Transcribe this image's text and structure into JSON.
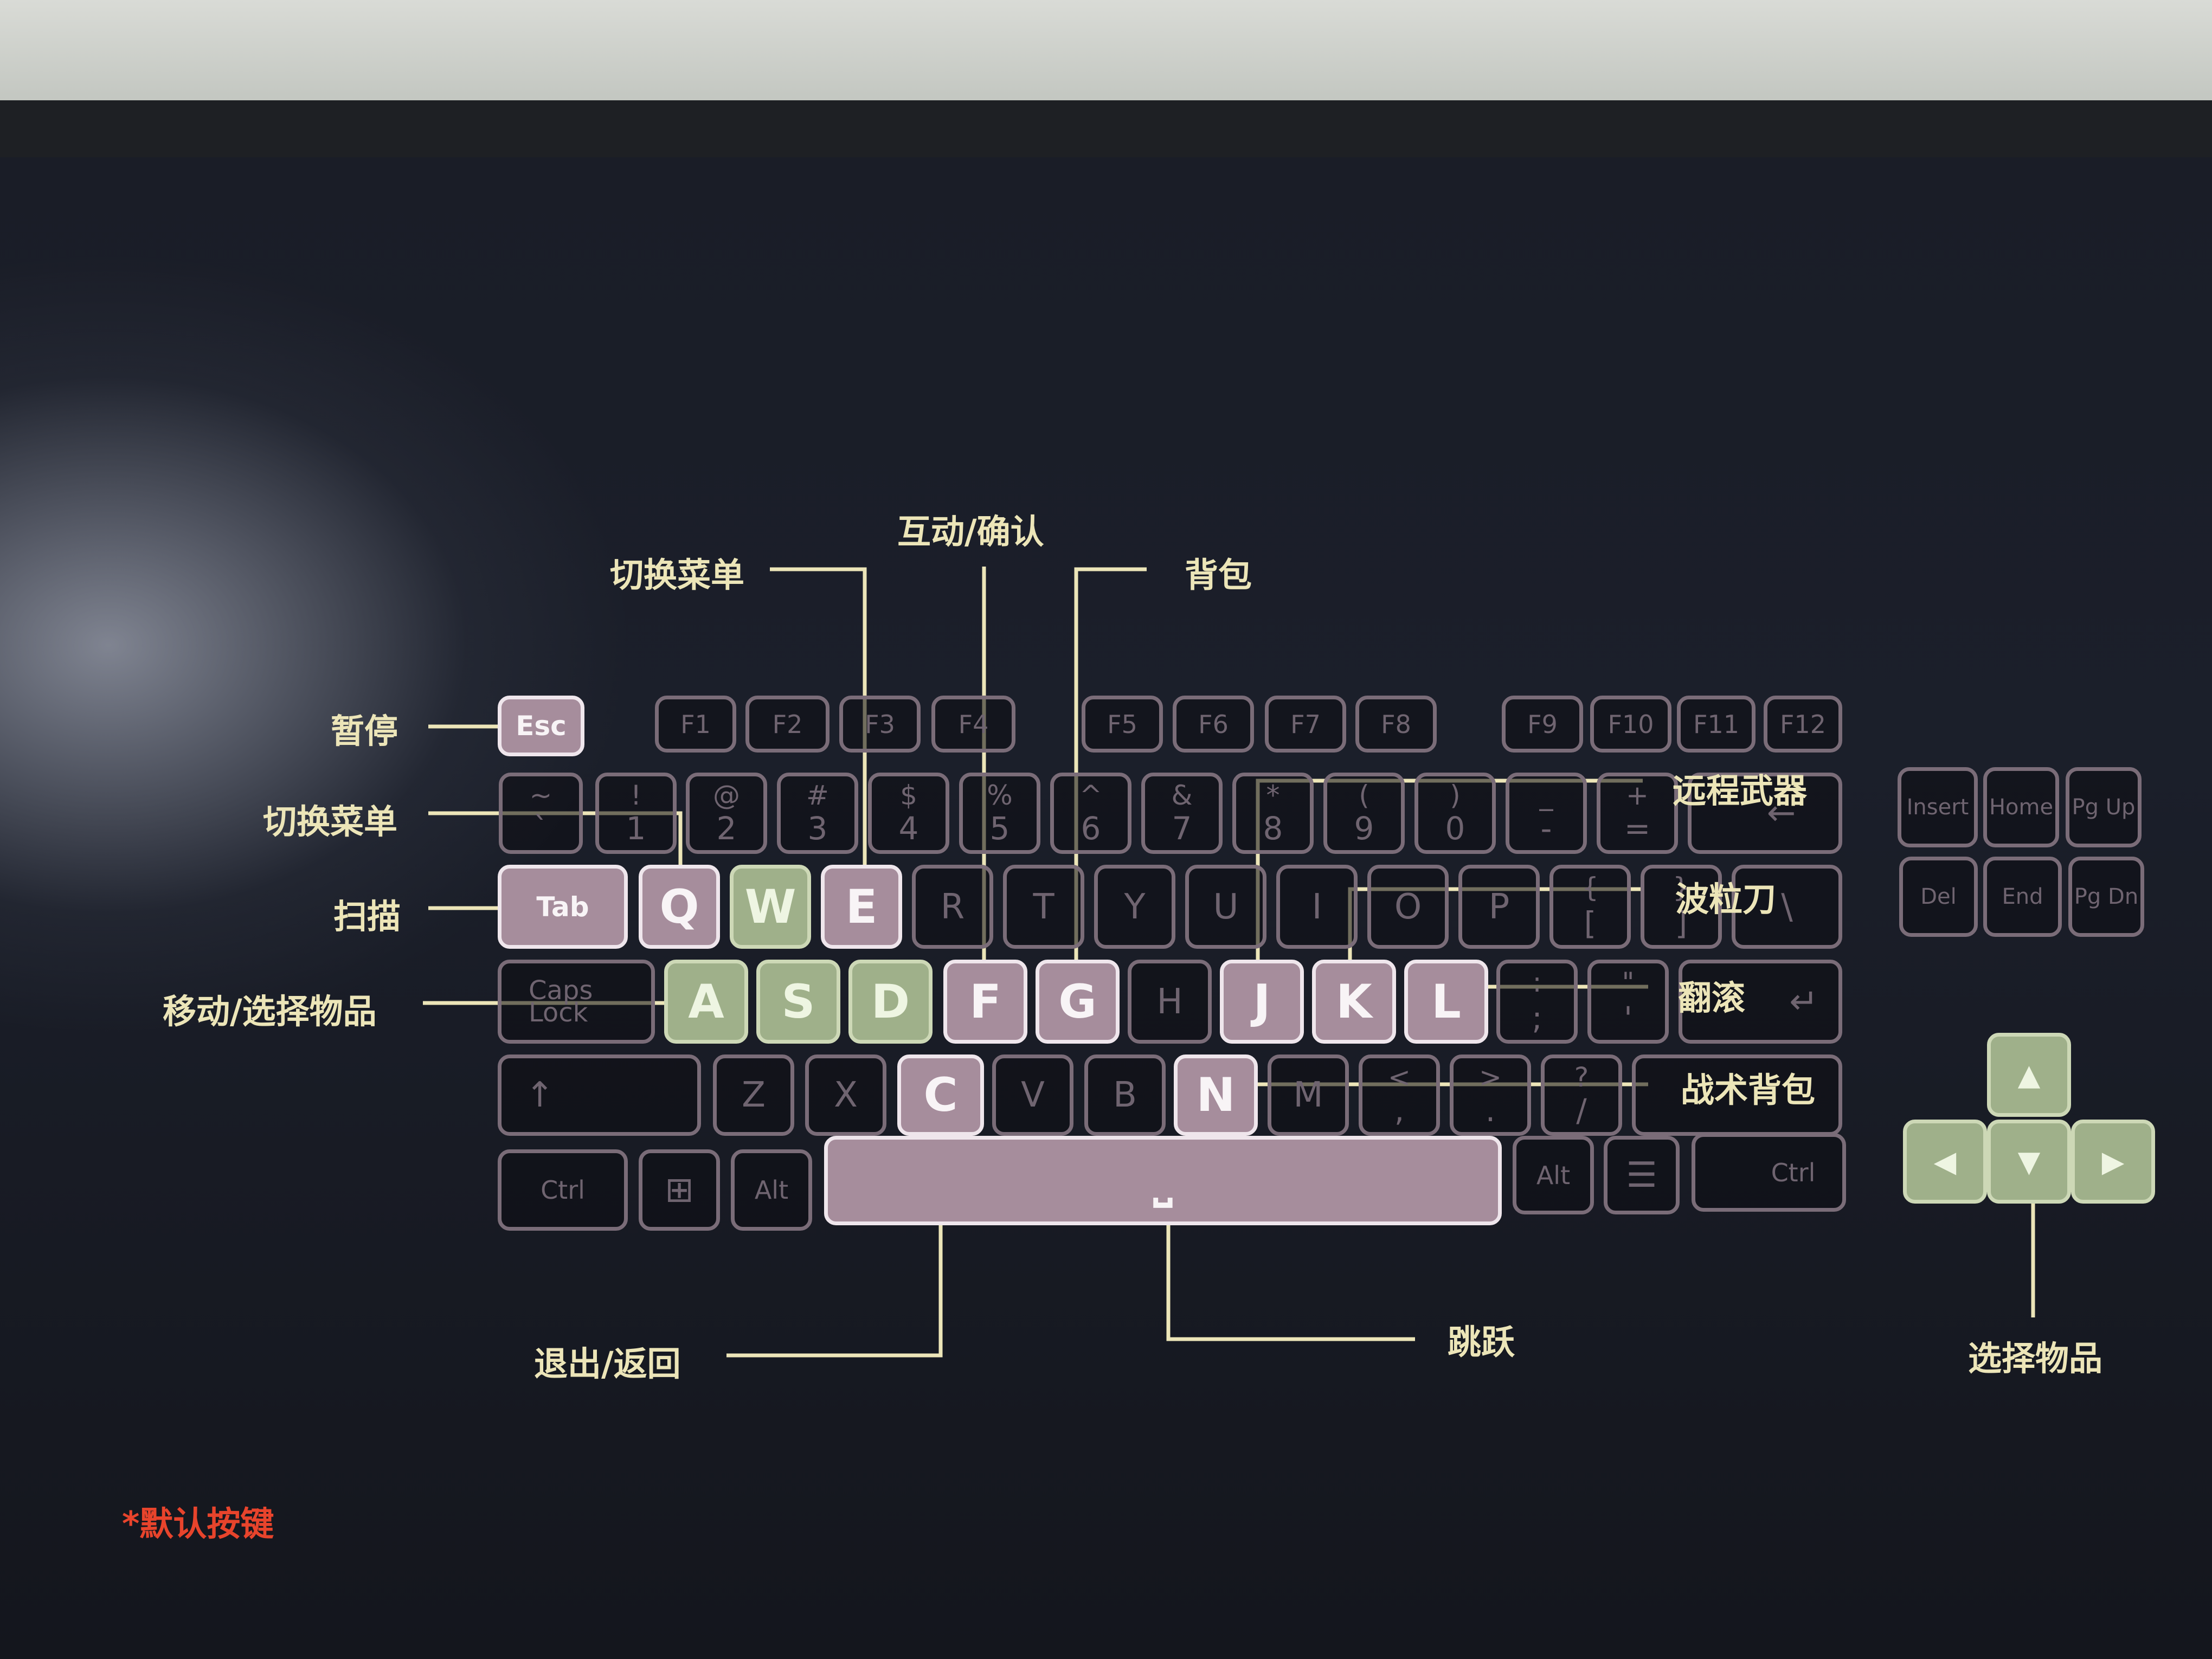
{
  "labels": {
    "pause": "暂停",
    "switch_menu_top": "切换菜单",
    "interact": "互动/确认",
    "backpack": "背包",
    "switch_menu_left": "切换菜单",
    "scan": "扫描",
    "move_select": "移动/选择物品",
    "ranged": "远程武器",
    "laser_blade": "波粒刀",
    "roll": "翻滚",
    "tactical_pack": "战术背包",
    "exit_back": "退出/返回",
    "jump": "跳跃",
    "select_item": "选择物品",
    "default_note": "*默认按键"
  },
  "keys": {
    "esc": "Esc",
    "f1": "F1",
    "f2": "F2",
    "f3": "F3",
    "f4": "F4",
    "f5": "F5",
    "f6": "F6",
    "f7": "F7",
    "f8": "F8",
    "f9": "F9",
    "f10": "F10",
    "f11": "F11",
    "f12": "F12",
    "tilde_top": "~",
    "tilde_bot": "`",
    "n1_top": "!",
    "n1": "1",
    "n2_top": "@",
    "n2": "2",
    "n3_top": "#",
    "n3": "3",
    "n4_top": "$",
    "n4": "4",
    "n5_top": "%",
    "n5": "5",
    "n6_top": "^",
    "n6": "6",
    "n7_top": "&",
    "n7": "7",
    "n8_top": "*",
    "n8": "8",
    "n9_top": "(",
    "n9": "9",
    "n0_top": ")",
    "n0": "0",
    "minus_top": "_",
    "minus": "-",
    "eq_top": "+",
    "eq": "=",
    "backspace": "←",
    "tab": "Tab",
    "q": "Q",
    "w": "W",
    "e": "E",
    "r": "R",
    "t": "T",
    "y": "Y",
    "u": "U",
    "i": "I",
    "o": "O",
    "p": "P",
    "lbr_top": "{",
    "lbr": "[",
    "rbr_top": "}",
    "rbr": "]",
    "bslash": "\\",
    "caps_1": "Caps",
    "caps_2": "Lock",
    "a": "A",
    "s": "S",
    "d": "D",
    "f": "F",
    "g": "G",
    "h": "H",
    "j": "J",
    "k": "K",
    "l": "L",
    "semi_top": ":",
    "semi": ";",
    "quote_top": "\"",
    "quote": "'",
    "enter": "↵",
    "shift": "↑",
    "z": "Z",
    "x": "X",
    "c": "C",
    "v": "V",
    "b": "B",
    "n": "N",
    "m": "M",
    "comma_top": "<",
    "comma": ",",
    "period_top": ">",
    "period": ".",
    "slash_top": "?",
    "slash": "/",
    "ctrl_l": "Ctrl",
    "win": "⊞",
    "alt_l": "Alt",
    "space": "⎵",
    "alt_r": "Alt",
    "menu": "☰",
    "ctrl_r": "Ctrl",
    "insert": "Insert",
    "home": "Home",
    "pgup": "Pg Up",
    "del": "Del",
    "end": "End",
    "pgdn": "Pg Dn",
    "up": "▲",
    "left": "◀",
    "down": "▼",
    "right": "▶"
  },
  "colors": {
    "label": "#ece5b8",
    "mapped_key": "#a68d9c",
    "move_key": "#9fb08a",
    "note": "#e8442c"
  }
}
